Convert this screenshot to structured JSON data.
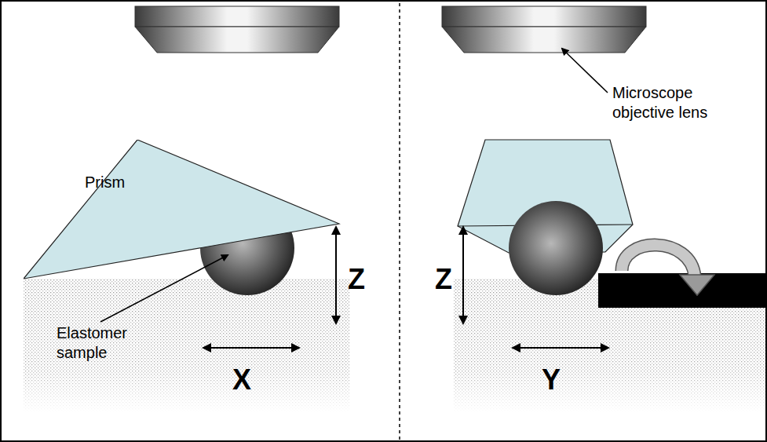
{
  "diagram": {
    "nodes": [
      {
        "text": [
          "Prism"
        ]
      }
    ],
    "labels": [
      "Microscope objective lens",
      "Elastomer sample",
      "Z",
      "X",
      "Z",
      "Y"
    ]
  }
}
